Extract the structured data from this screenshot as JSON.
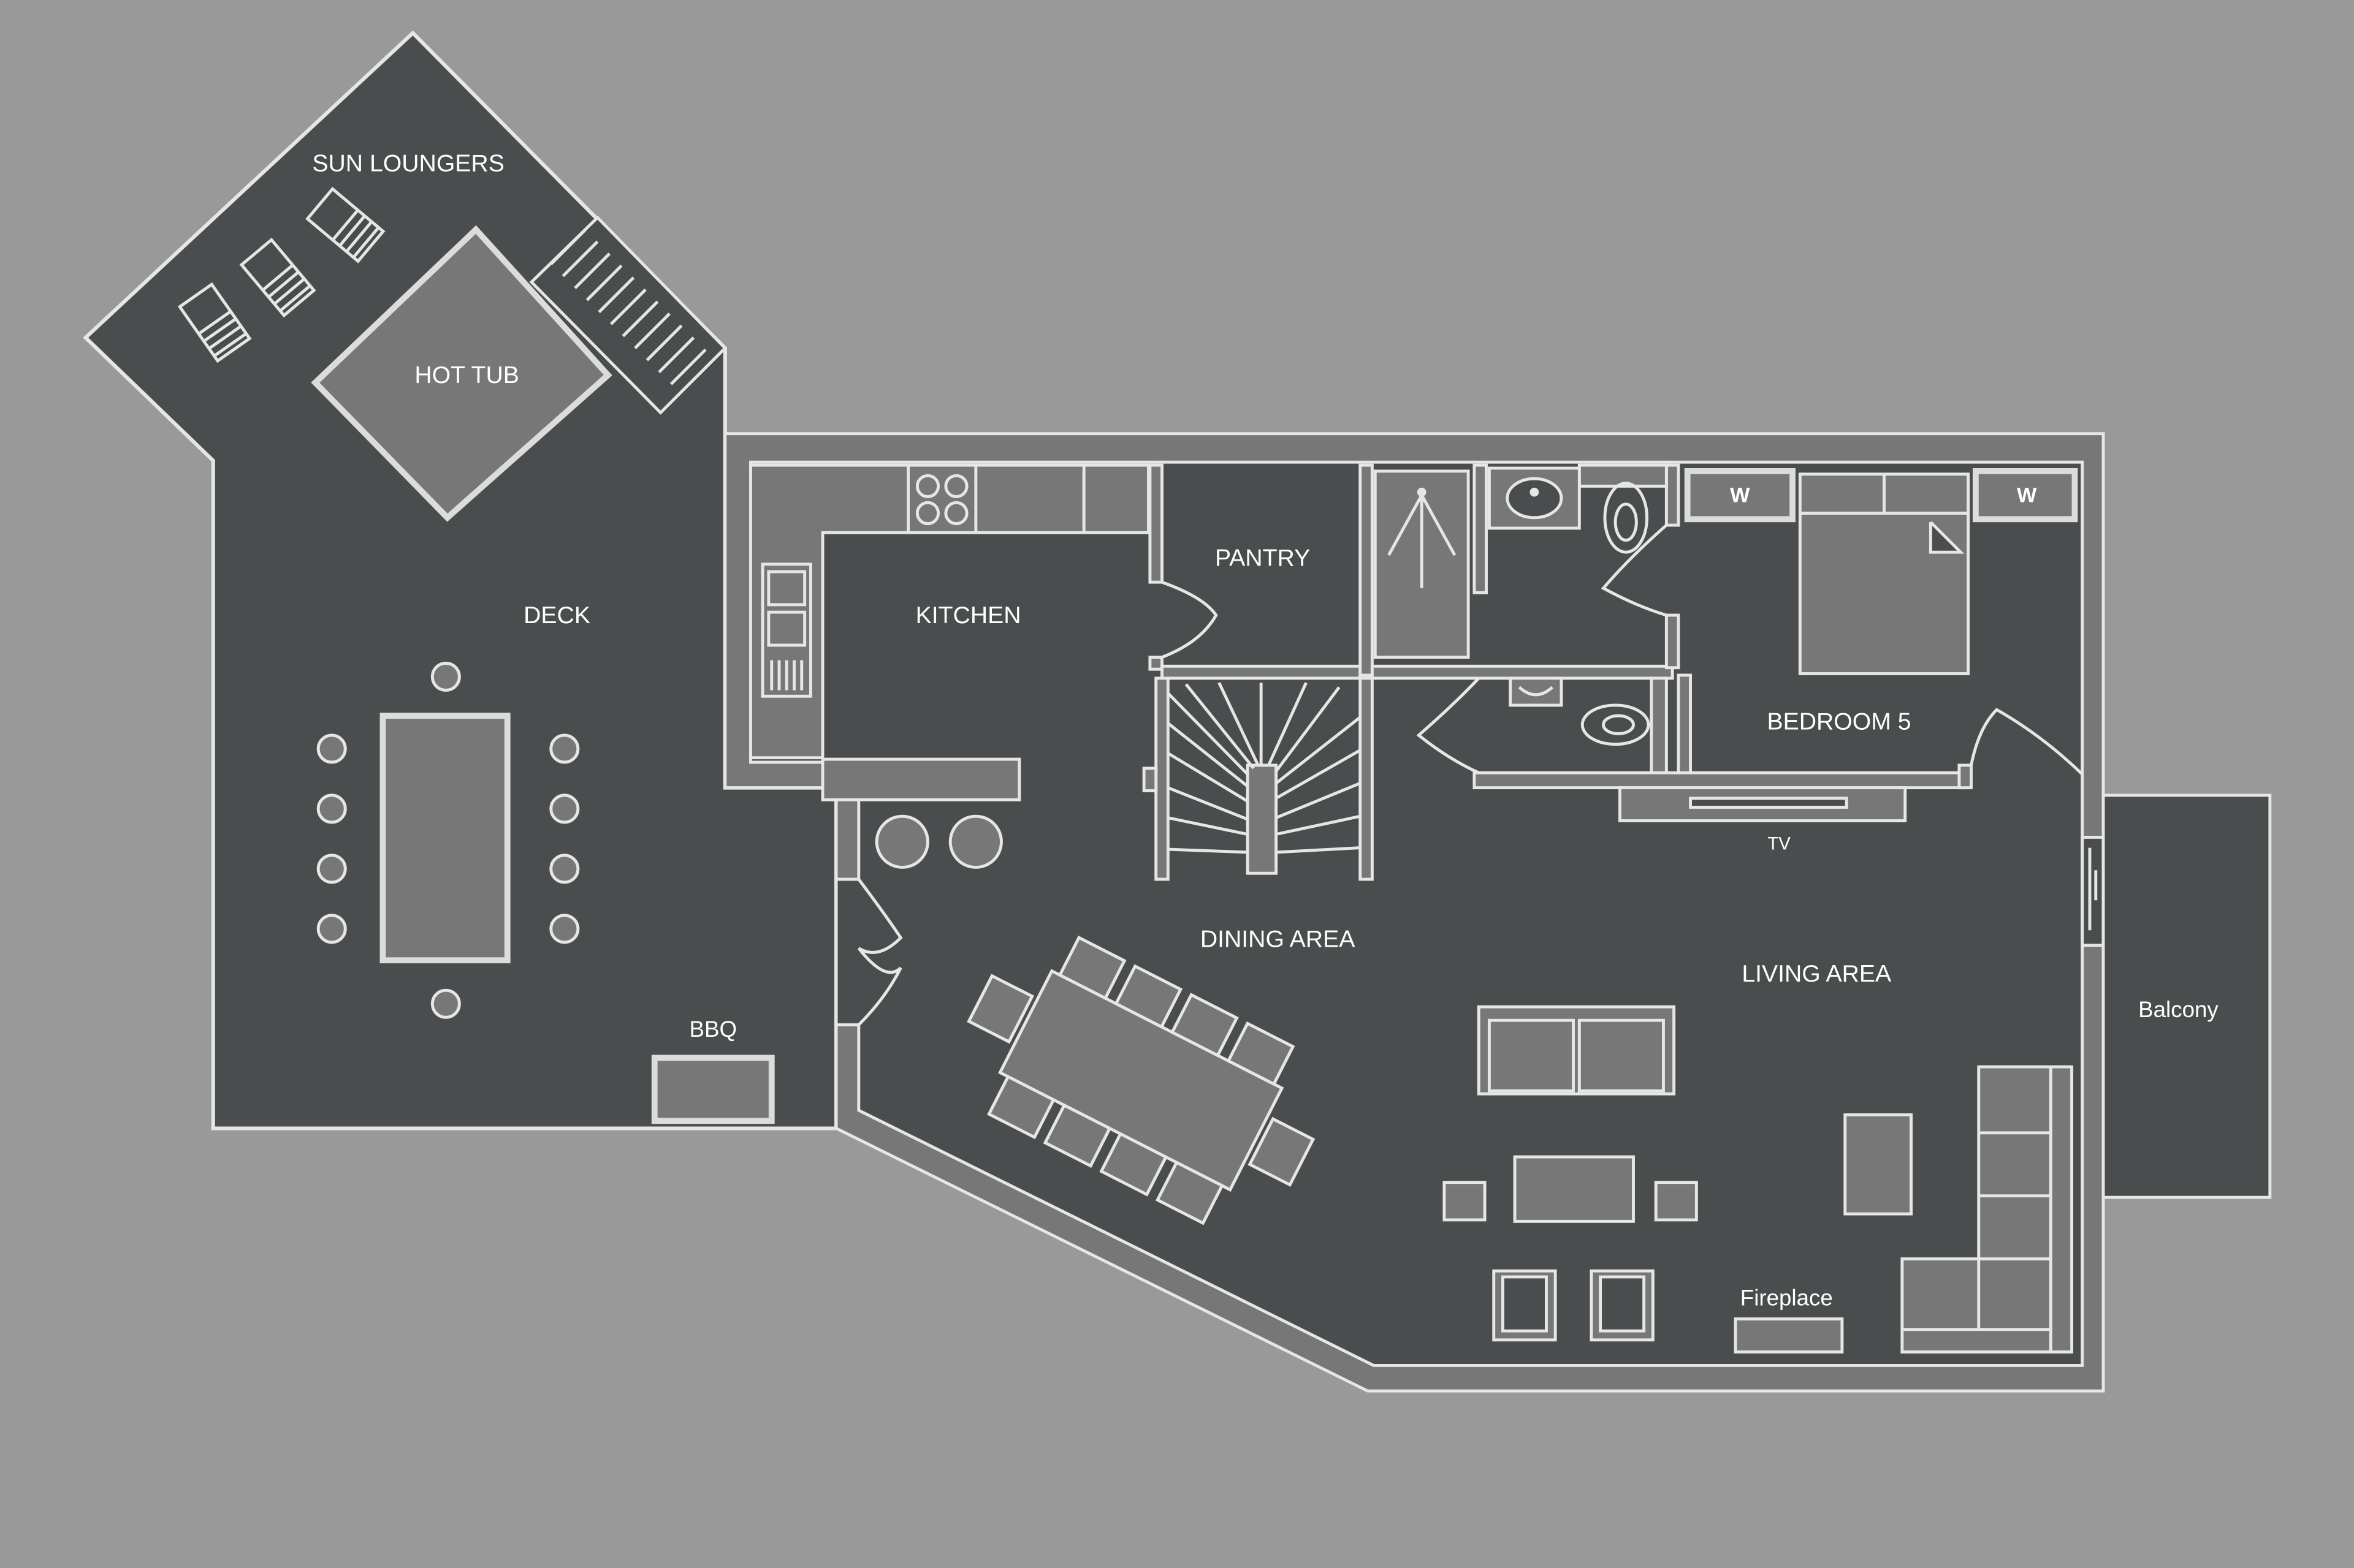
{
  "plan": {
    "colors": {
      "background": "#999999",
      "floor": "#4a4d4e",
      "wall_fill": "#777777",
      "line": "#e6e6e6",
      "label": "#ffffff"
    },
    "labels": {
      "sun_loungers": "SUN LOUNGERS",
      "hot_tub": "HOT TUB",
      "deck": "DECK",
      "kitchen": "KITCHEN",
      "pantry": "PANTRY",
      "bedroom_5": "BEDROOM 5",
      "wardrobe_left": "W",
      "wardrobe_right": "W",
      "tv": "TV",
      "dining_area": "DINING AREA",
      "living_area": "LIVING AREA",
      "balcony": "Balcony",
      "bbq": "BBQ",
      "fireplace": "Fireplace"
    }
  }
}
